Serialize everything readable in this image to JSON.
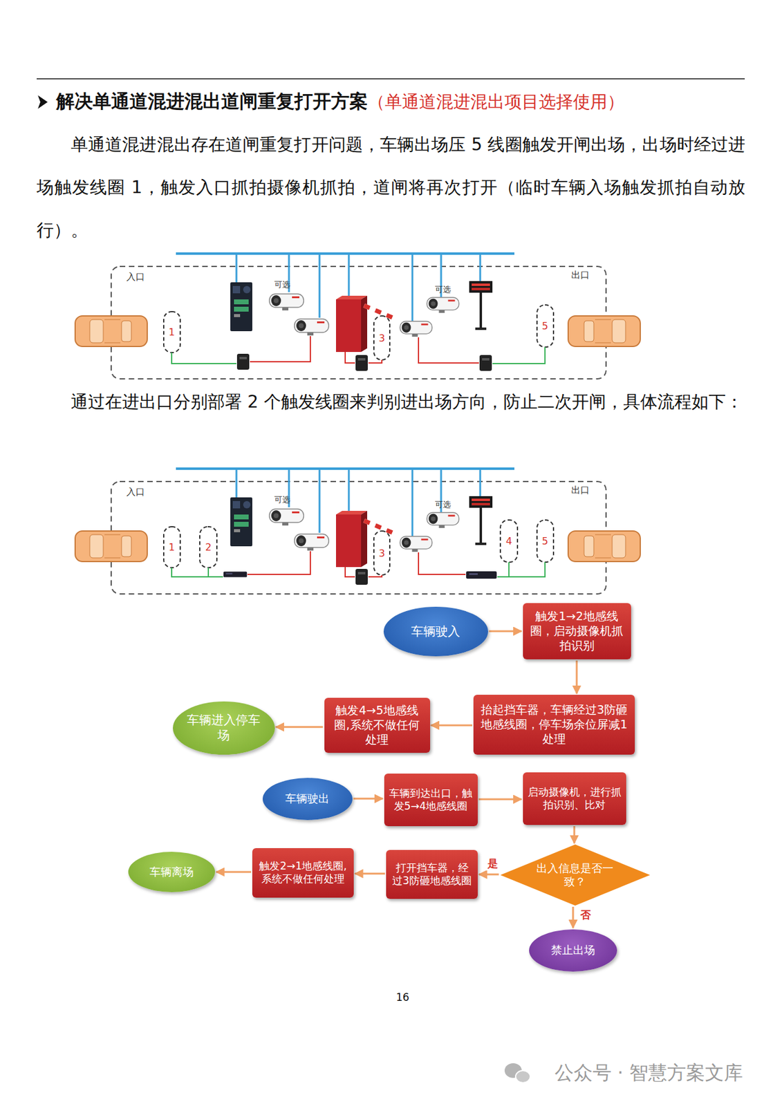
{
  "diagram": {
    "title": "解决单通道混进混出道闸重复打开方案",
    "nodes": [
      {
        "text": [
          "车辆驶入"
        ]
      },
      {
        "text": [
          "触发1→2地感线圈，启动摄像机抓拍识别"
        ]
      },
      {
        "text": [
          "抬起挡车器，车辆经过3防砸地感线圈，停车场余位屏减1处理"
        ]
      },
      {
        "text": [
          "触发4→5地感线圈,系统不做任何处理"
        ]
      },
      {
        "text": [
          "车辆进入停车场"
        ]
      },
      {
        "text": [
          "车辆驶出"
        ]
      },
      {
        "text": [
          "车辆到达出口，触发5→4地感线圈"
        ]
      },
      {
        "text": [
          "启动摄像机，进行抓拍识别、比对"
        ]
      },
      {
        "text": [
          "出入信息是否一致？"
        ]
      },
      {
        "text": [
          "打开挡车器，经过3防砸地感线圈"
        ]
      },
      {
        "text": [
          "触发2→1地感线圈,系统不做任何处理"
        ]
      },
      {
        "text": [
          "车辆离场"
        ]
      },
      {
        "text": [
          "禁止出场"
        ]
      }
    ],
    "edges": [
      {
        "from": 0,
        "to": 1,
        "arrow": "to"
      },
      {
        "from": 1,
        "to": 2,
        "arrow": "to"
      },
      {
        "from": 2,
        "to": 3,
        "arrow": "to"
      },
      {
        "from": 3,
        "to": 4,
        "arrow": "to"
      },
      {
        "from": 5,
        "to": 6,
        "arrow": "to"
      },
      {
        "from": 6,
        "to": 7,
        "arrow": "to"
      },
      {
        "from": 7,
        "to": 8,
        "arrow": "to"
      },
      {
        "from": 8,
        "to": 9,
        "label": "是",
        "arrow": "to"
      },
      {
        "from": 9,
        "to": 10,
        "arrow": "to"
      },
      {
        "from": 10,
        "to": 11,
        "arrow": "to"
      },
      {
        "from": 8,
        "to": 12,
        "label": "否",
        "arrow": "to"
      }
    ],
    "labels": [
      "（单通道混进混出项目选择使用）",
      "单通道混进混出存在道闸重复打开问题，车辆出场压 5 线圈触发开闸出场，出场时经过进场触发线圈 1，触发入口抓拍摄像机抓拍，道闸将再次打开（临时车辆入场触发抓拍自动放行）。",
      "入口",
      "可选",
      "可选",
      "出口",
      "1",
      "3",
      "5",
      "通过在进出口分别部署 2 个触发线圈来判别进出场方向，防止二次开闸，具体流程如下：",
      "入口",
      "可选",
      "可选",
      "出口",
      "1",
      "2",
      "3",
      "4",
      "5",
      "16",
      "公众号 · 智慧方案文库"
    ]
  }
}
